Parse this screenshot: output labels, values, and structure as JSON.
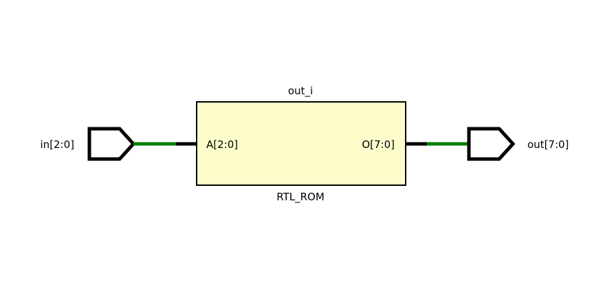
{
  "diagram": {
    "background": "#ffffff",
    "net_color": "#008000",
    "input_port": {
      "label": "in[2:0]"
    },
    "output_port": {
      "label": "out[7:0]"
    },
    "cell": {
      "instance_name": "out_i",
      "type_name": "RTL_ROM",
      "fill": "#fdfdcc",
      "input_pin": "A[2:0]",
      "output_pin": "O[7:0]"
    }
  }
}
